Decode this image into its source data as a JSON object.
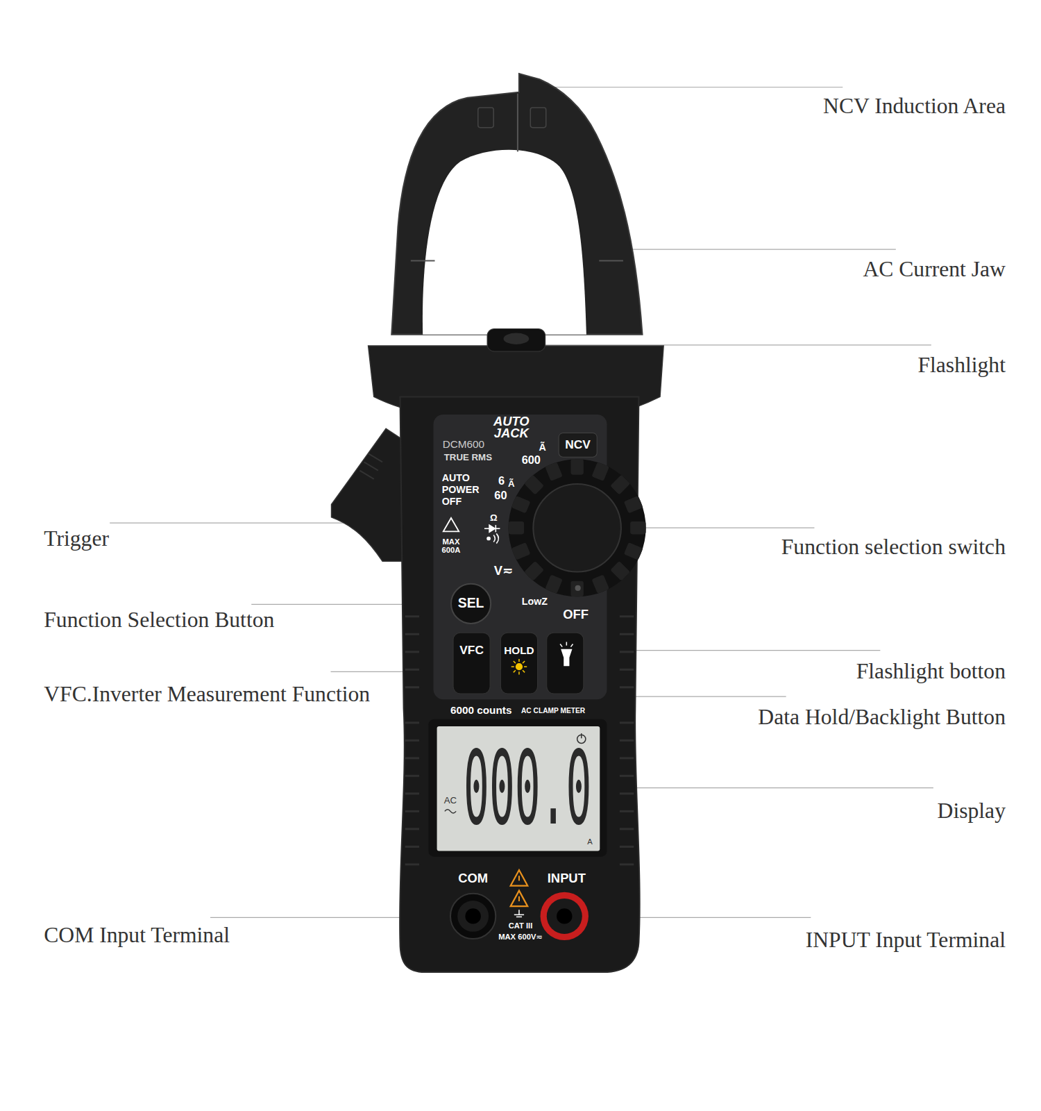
{
  "diagram": {
    "labels": [
      "NCV Induction Area",
      "AC Current Jaw",
      "Flashlight",
      "Trigger",
      "Function selection switch",
      "Function Selection Button",
      "Flashlight botton",
      "VFC.Inverter Measurement Function",
      "Data Hold/Backlight Button",
      "Display",
      "COM Input Terminal",
      "INPUT Input Terminal",
      "AUTO JACK",
      "DCM600",
      "TRUE RMS",
      "AUTO POWER OFF",
      "MAX 600A",
      "NCV",
      "Ã",
      "600",
      "6",
      "Ã",
      "60",
      "Ω",
      "V≂",
      "LowZ",
      "OFF",
      "SEL",
      "VFC",
      "HOLD",
      "6000 counts",
      "AC CLAMP METER",
      "AC",
      "000.0",
      "A",
      "COM",
      "INPUT",
      "CAT III",
      "MAX 600V≂"
    ]
  }
}
